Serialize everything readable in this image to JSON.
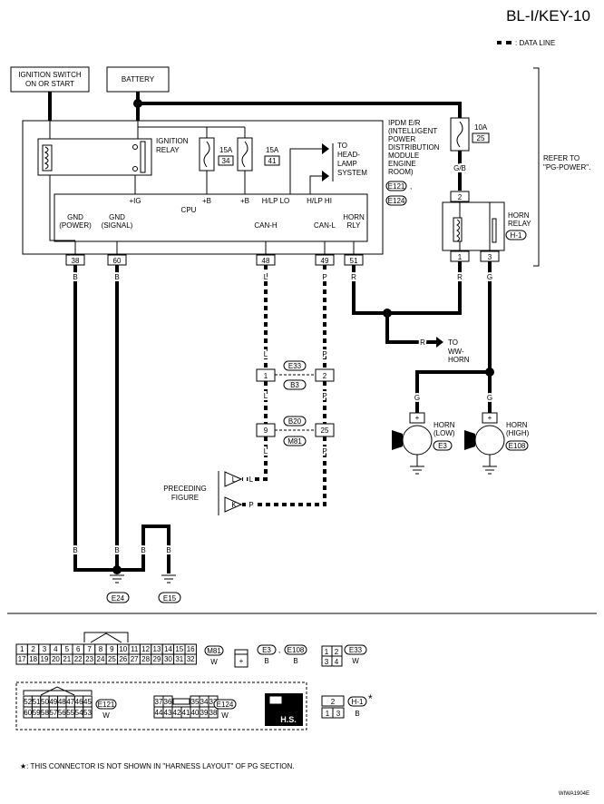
{
  "header": {
    "title": "BL-I/KEY-10",
    "data_line": ": DATA LINE"
  },
  "ignition": {
    "line1": "IGNITION SWITCH",
    "line2": "ON OR START"
  },
  "battery": "BATTERY",
  "ipdm": {
    "lines": [
      "IPDM E/R",
      "(INTELLIGENT",
      "POWER",
      "DISTRIBUTION",
      "MODULE",
      "ENGINE",
      "ROOM)"
    ],
    "conn1": "E121",
    "conn2": "E124"
  },
  "refer": {
    "line1": "REFER TO",
    "line2": "\"PG-POWER\"."
  },
  "fuse10a": {
    "amp": "10A",
    "num": "25"
  },
  "relay": {
    "line1": "IGNITION",
    "line2": "RELAY"
  },
  "fuse34": {
    "amp": "15A",
    "num": "34"
  },
  "fuse41": {
    "amp": "15A",
    "num": "41"
  },
  "headlamp": {
    "lines": [
      "TO",
      "HEAD-",
      "LAMP",
      "SYSTEM"
    ]
  },
  "cpu": {
    "title": "CPU",
    "ig": "+IG",
    "b1": "+B",
    "b2": "+B",
    "hlp_lo": "H/LP LO",
    "hlp_hi": "H/LP HI",
    "gnd_power": [
      "GND",
      "(POWER)"
    ],
    "gnd_signal": [
      "GND",
      "(SIGNAL)"
    ],
    "can_h": "CAN-H",
    "can_l": "CAN-L",
    "horn_rly": [
      "HORN",
      "RLY"
    ]
  },
  "pins": {
    "p38": "38",
    "p60": "60",
    "p48": "48",
    "p49": "49",
    "p51": "51"
  },
  "horn_relay": {
    "line1": "HORN",
    "line2": "RELAY",
    "conn": "H-1",
    "pin1": "1",
    "pin2": "2",
    "pin3": "3"
  },
  "wire_colors": {
    "b": "B",
    "l": "L",
    "p": "P",
    "r": "R",
    "g": "G",
    "gb": "G/B"
  },
  "ww_horn": {
    "prefix": "R",
    "line1": "TO",
    "line2": "WW-",
    "line3": "HORN"
  },
  "horn_low": {
    "line1": "HORN",
    "line2": "(LOW)",
    "conn": "E3"
  },
  "horn_high": {
    "line1": "HORN",
    "line2": "(HIGH)",
    "conn": "E108"
  },
  "joint1": {
    "left": "1",
    "right": "2",
    "conn_top": "E33",
    "conn_bot": "B3"
  },
  "joint2": {
    "left": "9",
    "right": "25",
    "conn_top": "B20",
    "conn_bot": "M81"
  },
  "preceding": {
    "line1": "PRECEDING",
    "line2": "FIGURE",
    "arrow_l": "L",
    "arrow_k": "K"
  },
  "grounds": {
    "e24": "E24",
    "e15": "E15"
  },
  "legend": {
    "m81": {
      "name": "M81",
      "color": "W",
      "row1": [
        "1",
        "2",
        "3",
        "4",
        "5",
        "6",
        "7",
        "8",
        "9",
        "10",
        "11",
        "12",
        "13",
        "14",
        "15",
        "16"
      ],
      "row2": [
        "17",
        "18",
        "19",
        "20",
        "21",
        "22",
        "23",
        "24",
        "25",
        "26",
        "27",
        "28",
        "29",
        "30",
        "31",
        "32"
      ]
    },
    "e3": {
      "name": "E3",
      "color": "B",
      "sep": ",",
      "plus": "+"
    },
    "e108": {
      "name": "E108",
      "color": "B"
    },
    "e33": {
      "name": "E33",
      "color": "W",
      "cells": [
        "1",
        "2",
        "3",
        "4"
      ]
    },
    "e121": {
      "name": "E121",
      "color": "W",
      "row1": [
        "52",
        "51",
        "50",
        "49",
        "48",
        "47",
        "46",
        "45"
      ],
      "row2": [
        "60",
        "59",
        "58",
        "57",
        "56",
        "55",
        "54",
        "53"
      ]
    },
    "e124": {
      "name": "E124",
      "color": "W",
      "row1a": [
        "37",
        "36"
      ],
      "row1b": [
        "35",
        "34",
        "33"
      ],
      "row2": [
        "44",
        "43",
        "42",
        "41",
        "40",
        "39",
        "38"
      ]
    },
    "hs": "H.S.",
    "h1": {
      "name": "H-1",
      "color": "B",
      "star": "*",
      "cells": [
        "2",
        "1",
        "3"
      ]
    }
  },
  "footnote": "★: THIS CONNECTOR IS NOT SHOWN IN \"HARNESS LAYOUT\" OF PG SECTION.",
  "code": "WIWA1904E"
}
